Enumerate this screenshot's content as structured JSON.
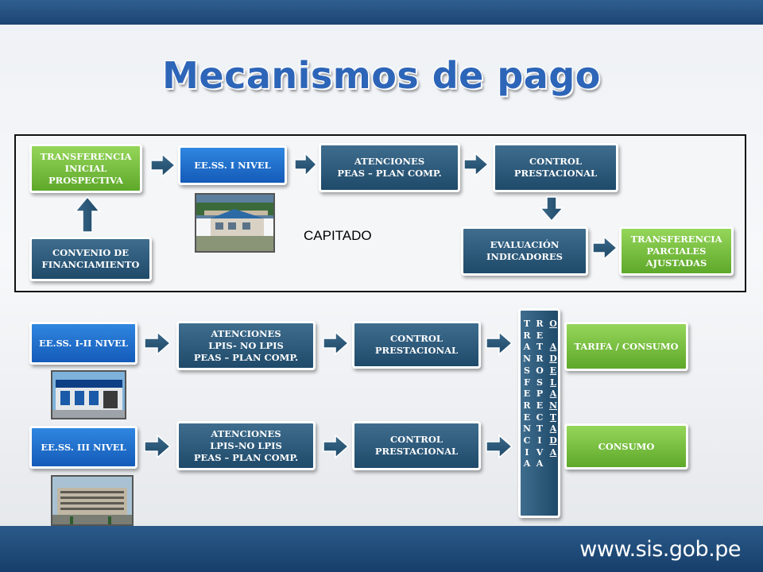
{
  "title": "Mecanismos de pago",
  "website": "www.sis.gob.pe",
  "capitado": {
    "label": "CAPITADO",
    "transferencia_inicial": "TRANSFERENCIA\nINICIAL\nPROSPECTIVA",
    "convenio": "CONVENIO DE\nFINANCIAMIENTO",
    "eess_i": "EE.SS. I NIVEL",
    "atenciones": "ATENCIONES\nPEAS – PLAN COMP.",
    "control": "CONTROL\nPRESTACIONAL",
    "evaluacion": "EVALUACIÓN\nINDICADORES",
    "transferencia_ajustadas": "TRANSFERENCIA\nPARCIALES\nAJUSTADAS"
  },
  "row1": {
    "eess": "EE.SS. I-II NIVEL",
    "atenciones": "ATENCIONES\nLPIS- NO LPIS\nPEAS – PLAN COMP.",
    "control": "CONTROL\nPRESTACIONAL",
    "result": "TARIFA / CONSUMO"
  },
  "row2": {
    "eess": "EE.SS. III NIVEL",
    "atenciones": "ATENCIONES\nLPIS-NO LPIS\nPEAS – PLAN COMP.",
    "control": "CONTROL\nPRESTACIONAL",
    "result": "CONSUMO"
  },
  "vertical": {
    "col1": "T\nR\nA\nN\nS\nF\nE\nR\nE\nN\nC\nI\nA",
    "col2": "R\nE\nT\nR\nO\nS\nP\nE\nC\nT\nI\nV\nA",
    "col3": "O\n\nA\nD\nE\nL\nA\nN\nT\nA\nD\nA"
  },
  "colors": {
    "dark_box": "#2b5878",
    "blue_box": "#1f6fd0",
    "green_box": "#7cc243",
    "title": "#2d65b8",
    "bar": "#1f4a7a"
  }
}
